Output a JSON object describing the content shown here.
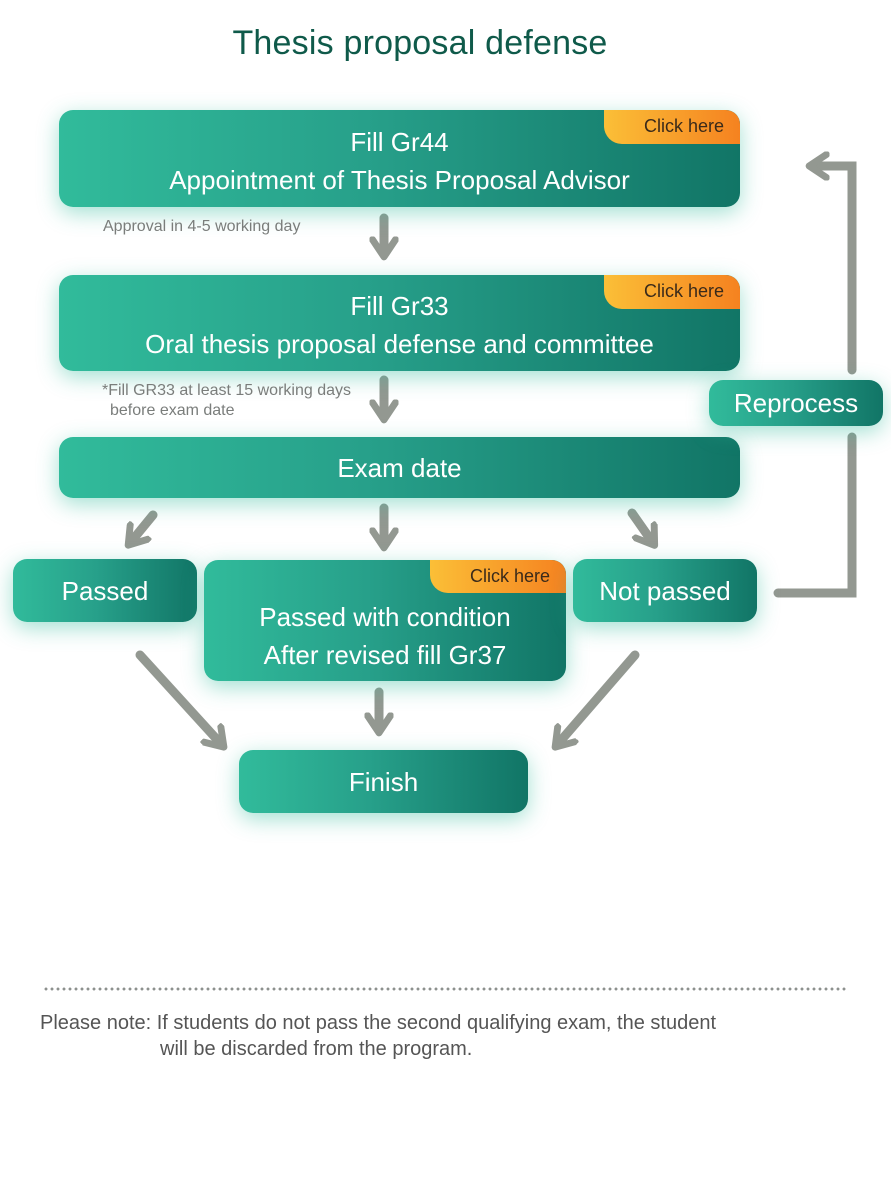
{
  "title": "Thesis proposal defense",
  "colors": {
    "accent": "#31bb9b",
    "accent_dark": "#117566",
    "title": "#0f5a4a",
    "click_here": "#f58220",
    "arrow": "#939891"
  },
  "steps": {
    "gr44": {
      "line1": "Fill Gr44",
      "line2": "Appointment of Thesis Proposal Advisor",
      "link": "Click here",
      "note": "Approval in 4-5 working day"
    },
    "gr33": {
      "line1": "Fill Gr33",
      "line2": "Oral thesis proposal defense and committee",
      "link": "Click here",
      "note_line1": "*Fill GR33 at least 15 working days",
      "note_line2": "before exam date"
    },
    "exam": {
      "label": "Exam date"
    },
    "passed": {
      "label": "Passed"
    },
    "condition": {
      "line1": "Passed with condition",
      "line2": "After revised fill Gr37",
      "link": "Click here"
    },
    "not_passed": {
      "label": "Not passed"
    },
    "reprocess": {
      "label": "Reprocess"
    },
    "finish": {
      "label": "Finish"
    }
  },
  "footnote": {
    "line1": "Please note: If students do not pass the second qualifying exam, the student",
    "line2": "will be discarded from the program."
  },
  "icons": {
    "arrow": "arrow-down-icon"
  }
}
